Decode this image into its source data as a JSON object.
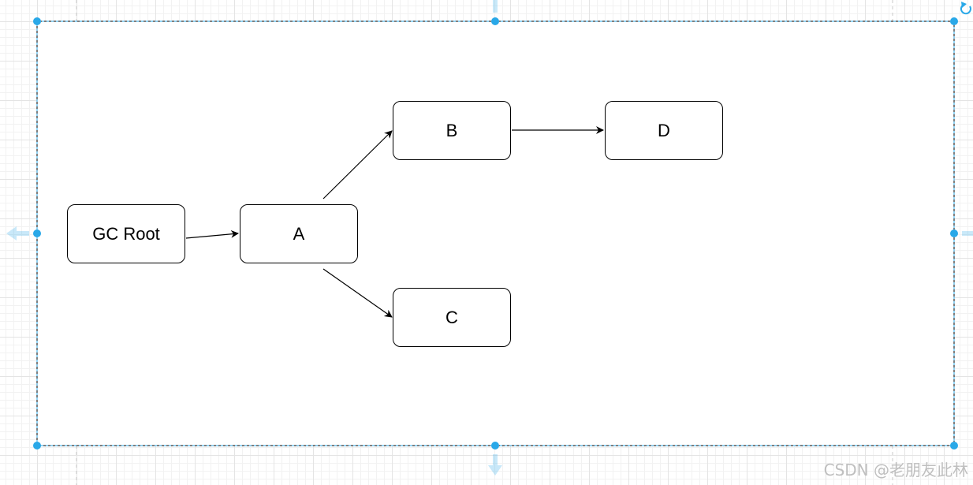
{
  "diagram": {
    "nodes": [
      {
        "id": "gcroot",
        "label": "GC Root"
      },
      {
        "id": "a",
        "label": "A"
      },
      {
        "id": "b",
        "label": "B"
      },
      {
        "id": "c",
        "label": "C"
      },
      {
        "id": "d",
        "label": "D"
      }
    ],
    "edges": [
      {
        "from": "gcroot",
        "to": "a"
      },
      {
        "from": "a",
        "to": "b"
      },
      {
        "from": "a",
        "to": "c"
      },
      {
        "from": "b",
        "to": "d"
      }
    ]
  },
  "selection": {
    "color": "#29a8e8"
  },
  "watermark": "CSDN @老朋友此林"
}
